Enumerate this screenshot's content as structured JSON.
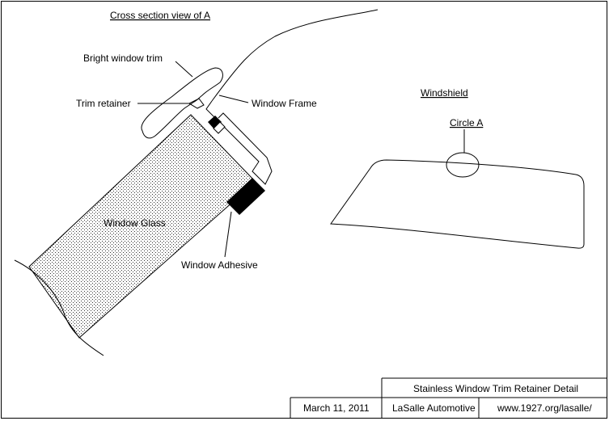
{
  "diagram": {
    "title": "Cross section view of A",
    "labels": {
      "bright_trim": "Bright window trim",
      "trim_retainer": "Trim retainer",
      "window_frame": "Window Frame",
      "window_glass": "Window Glass",
      "window_adhesive": "Window Adhesive",
      "windshield": "Windshield",
      "circle_a": "Circle A"
    }
  },
  "title_block": {
    "title": "Stainless Window Trim Retainer Detail",
    "date": "March 11, 2011",
    "company": "LaSalle Automotive",
    "website": "www.1927.org/lasalle/"
  }
}
